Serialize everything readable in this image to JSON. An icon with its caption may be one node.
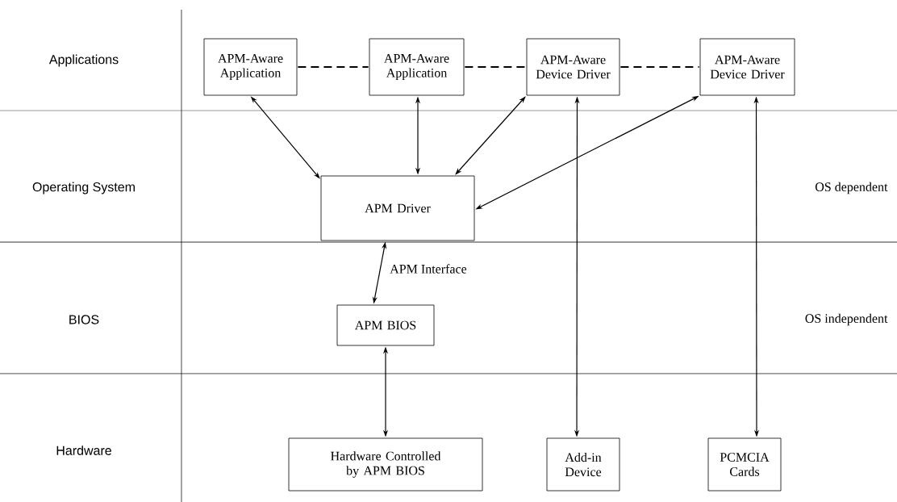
{
  "diagram": {
    "nodes": [
      {
        "text": [
          "APM-Aware Application"
        ]
      },
      {
        "text": [
          "APM-Aware Application"
        ]
      },
      {
        "text": [
          "APM-Aware Device Driver"
        ]
      },
      {
        "text": [
          "APM-Aware Device Driver"
        ]
      },
      {
        "text": [
          "APM Driver"
        ]
      },
      {
        "text": [
          "APM BIOS"
        ]
      },
      {
        "text": [
          "Hardware Controlled by APM BIOS"
        ]
      },
      {
        "text": [
          "Add-in Device"
        ]
      },
      {
        "text": [
          "PCMCIA Cards"
        ]
      }
    ],
    "edges": [
      {
        "from": 0,
        "to": 1,
        "arrow": "none",
        "style": "dashed"
      },
      {
        "from": 1,
        "to": 2,
        "arrow": "none",
        "style": "dashed"
      },
      {
        "from": 2,
        "to": 3,
        "arrow": "none",
        "style": "dashed"
      },
      {
        "from": 0,
        "to": 4,
        "arrow": "both"
      },
      {
        "from": 1,
        "to": 4,
        "arrow": "both"
      },
      {
        "from": 2,
        "to": 4,
        "arrow": "both"
      },
      {
        "from": 3,
        "to": 4,
        "arrow": "both"
      },
      {
        "from": 4,
        "to": 5,
        "arrow": "both",
        "label": "APM Interface"
      },
      {
        "from": 5,
        "to": 6,
        "arrow": "both"
      },
      {
        "from": 2,
        "to": 7,
        "arrow": "both"
      },
      {
        "from": 3,
        "to": 8,
        "arrow": "both"
      }
    ],
    "labels": [
      "Applications",
      "Operating System",
      "BIOS",
      "Hardware",
      "OS dependent",
      "OS independent"
    ]
  }
}
